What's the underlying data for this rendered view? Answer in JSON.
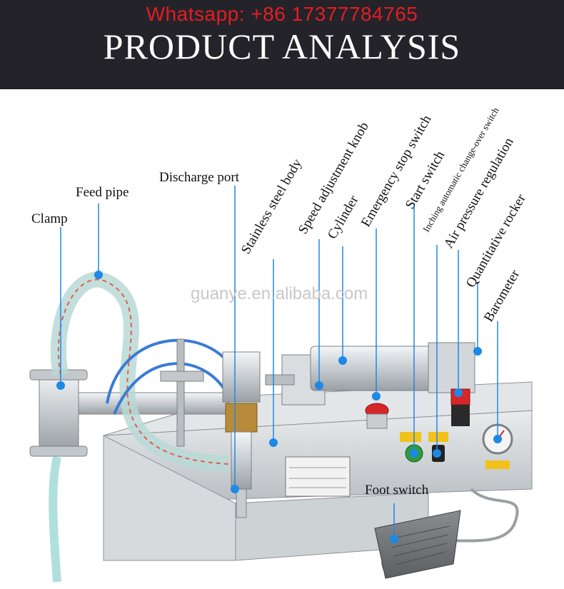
{
  "header": {
    "contact": "Whatsapp: +86 17377784765",
    "title": "PRODUCT ANALYSIS"
  },
  "watermark": "guanye.en.alibaba.com",
  "callouts": {
    "clamp": "Clamp",
    "feed_pipe": "Feed pipe",
    "discharge_port": "Discharge port",
    "stainless_body": "Stainless steel body",
    "speed_knob": "Speed adjustment knob",
    "cylinder": "Cylinder",
    "emergency_stop": "Emergency stop switch",
    "start_switch": "Start switch",
    "inching_switch": "Inching automatic change-over switch",
    "air_pressure": "Air pressure regulation",
    "quantitative_rocker": "Quantitative rocker",
    "barometer": "Barometer",
    "foot_switch": "Foot switch"
  },
  "colors": {
    "banner": "#24232a",
    "contact": "#e41d22",
    "marker": "#1e88e5",
    "steel": "#cfd3d6"
  }
}
